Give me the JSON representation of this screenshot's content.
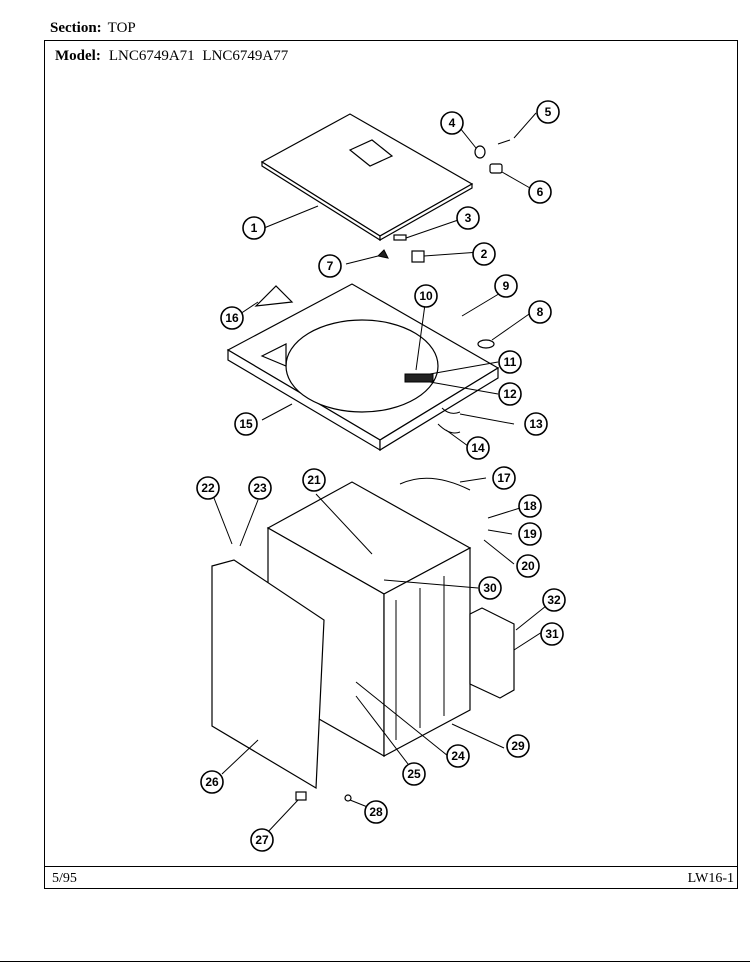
{
  "header": {
    "section_label": "Section:",
    "section_value": "TOP"
  },
  "model": {
    "label": "Model:",
    "value": "LNC6749A71  LNC6749A77"
  },
  "footer": {
    "date": "5/95",
    "code": "LW16-1"
  },
  "callouts": [
    "1",
    "2",
    "3",
    "4",
    "5",
    "6",
    "7",
    "8",
    "9",
    "10",
    "11",
    "12",
    "13",
    "14",
    "15",
    "16",
    "17",
    "18",
    "19",
    "20",
    "21",
    "22",
    "23",
    "24",
    "25",
    "26",
    "27",
    "28",
    "29",
    "30",
    "31",
    "32"
  ]
}
